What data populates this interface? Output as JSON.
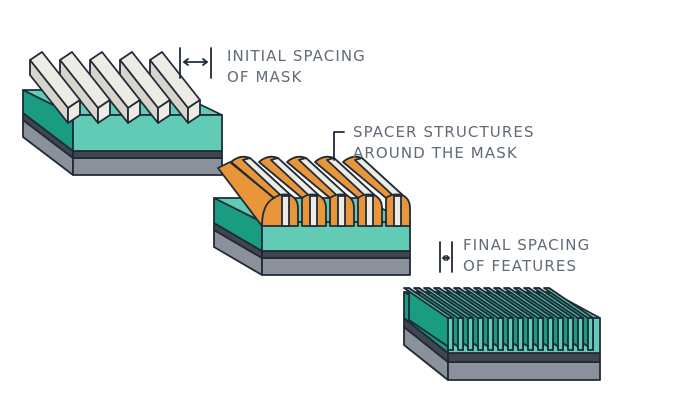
{
  "labels": {
    "initial_line1": "INITIAL SPACING",
    "initial_line2": "OF MASK",
    "spacer_line1": "SPACER STRUCTURES",
    "spacer_line2": "AROUND THE  MASK",
    "final_line1": "FINAL SPACING",
    "final_line2": "OF FEATURES"
  },
  "colors": {
    "outline": "#1f2a36",
    "teal": "#62cbb6",
    "teal_dark": "#1a9c82",
    "substrate": "#8b919b",
    "substrate_top": "#3f4650",
    "mask": "#ecebe4",
    "spacer": "#e9953a",
    "label": "#626b78"
  }
}
